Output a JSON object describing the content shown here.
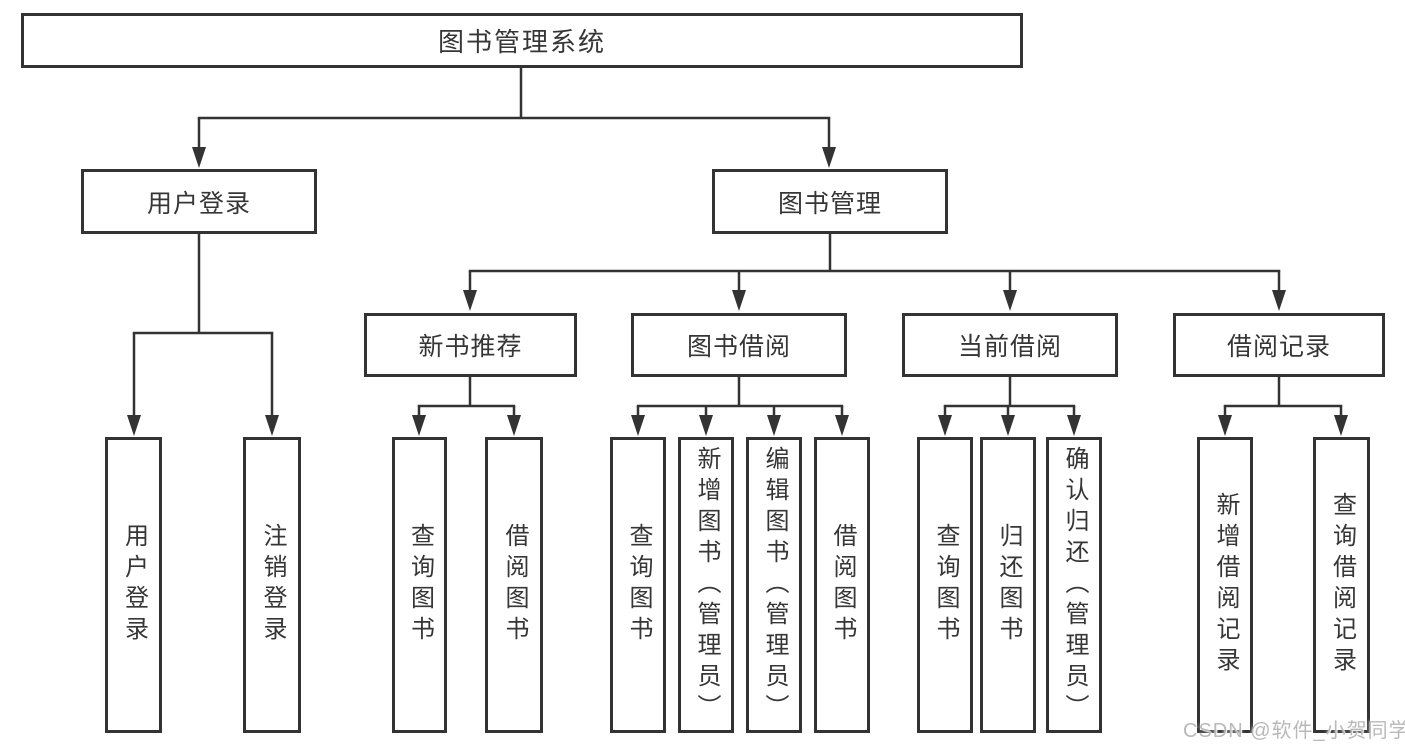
{
  "diagram": {
    "title": "图书管理系统",
    "type": "hierarchy-tree"
  },
  "nodes": {
    "root": "图书管理系统",
    "user_login": "用户登录",
    "book_mgmt": "图书管理",
    "login_leaf": "用户登录",
    "logout_leaf": "注销登录",
    "new_book_rec": "新书推荐",
    "book_borrow": "图书借阅",
    "current_borrow": "当前借阅",
    "borrow_record": "借阅记录",
    "nbr_query": "查询图书",
    "nbr_borrow": "借阅图书",
    "bb_query": "查询图书",
    "bb_add": "新增图书（管理员）",
    "bb_edit": "编辑图书（管理员）",
    "bb_borrow": "借阅图书",
    "cb_query": "查询图书",
    "cb_return": "归还图书",
    "cb_confirm": "确认归还（管理员）",
    "br_add": "新增借阅记录",
    "br_query": "查询借阅记录"
  },
  "watermark": {
    "text": "CSDN @软件_小贺同学"
  },
  "colors": {
    "line": "#333333",
    "border": "#333333",
    "text": "#363636",
    "background": "#ffffff",
    "watermark": "#b9b9b9"
  }
}
